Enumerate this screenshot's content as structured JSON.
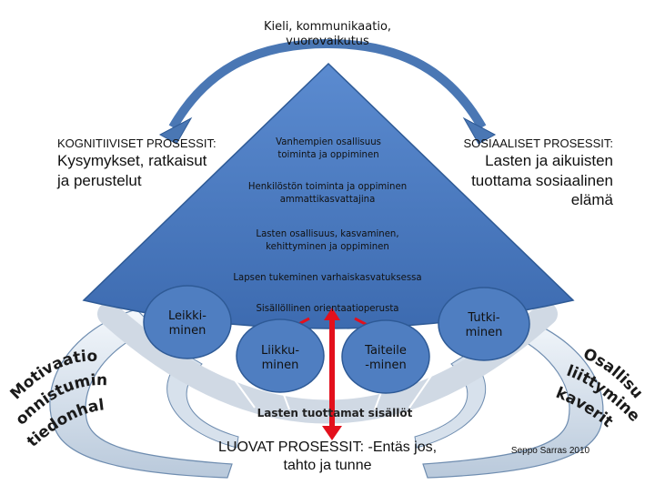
{
  "top_label": [
    "Kieli, kommunikaatio,",
    "vuorovaikutus"
  ],
  "left_process": {
    "heading": "KOGNITIIVISET PROSESSIT:",
    "lines": [
      "Kysymykset, ratkaisut",
      "ja perustelut"
    ]
  },
  "right_process": {
    "heading": "SOSIAALISET PROSESSIT:",
    "lines": [
      "Lasten ja aikuisten",
      "tuottama sosiaalinen",
      "elämä"
    ]
  },
  "pyramid_levels": [
    [
      "Vanhempien osallisuus",
      "toiminta  ja oppiminen"
    ],
    [
      "Henkilöstön toiminta  ja oppiminen",
      "ammattikasvattajina"
    ],
    [
      "Lasten osallisuus, kasvaminen,",
      "kehittyminen ja oppiminen"
    ],
    [
      "Lapsen tukeminen varhaiskasvatuksessa"
    ]
  ],
  "center_label": "Sisällöllinen orientaatioperusta",
  "bottom_label": "Lasten tuottamat sisällöt",
  "creative_process": [
    "LUOVAT PROSESSIT: -Entäs jos,",
    "tahto ja tunne"
  ],
  "ellipses": {
    "leikki": [
      "Leikki-",
      "minen"
    ],
    "liikku": [
      "Liikku-",
      "minen"
    ],
    "taiteile": [
      "Taiteile",
      "-minen"
    ],
    "tutki": [
      "Tutki-",
      "minen"
    ]
  },
  "left_curved": [
    "Motivaatio",
    "onnistuminen,",
    "tiedonhalu"
  ],
  "right_curved": [
    "Osallisuus",
    "liittyminen,",
    "kaverit"
  ],
  "credit": "Seppo Sarras 2010",
  "colors": {
    "pyramid": "#4f7ec1",
    "arrow_blue": "#4a77b4",
    "arrow_light": "#c9d5e2",
    "red": "#e3101c",
    "ellipse": "#4f7ec1"
  }
}
